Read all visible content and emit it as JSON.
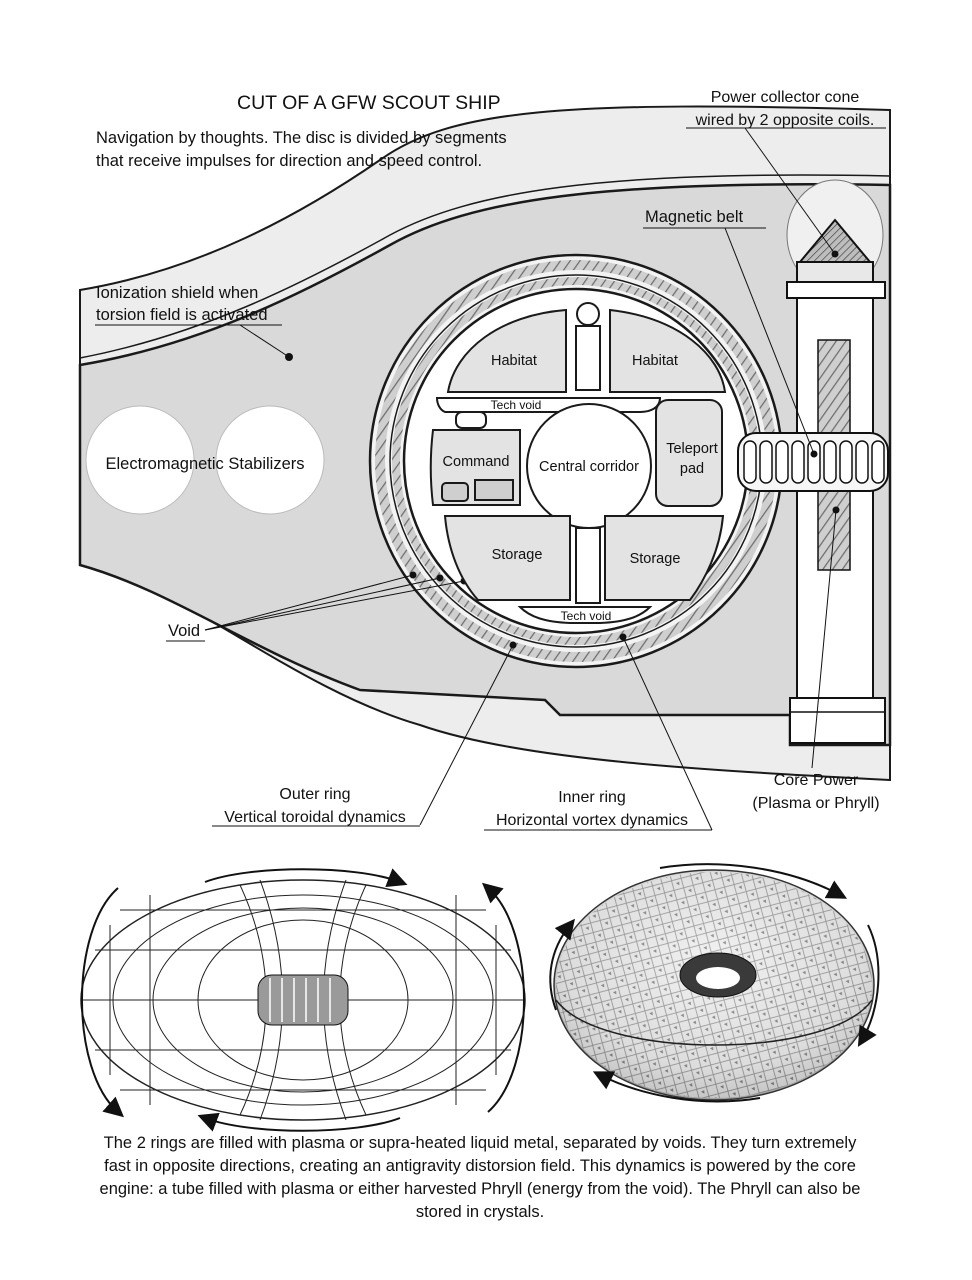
{
  "title": "CUT OF A GFW SCOUT SHIP",
  "subtitle_lines": [
    "Navigation by thoughts. The disc is divided by segments",
    "that receive impulses for direction and speed control."
  ],
  "labels": {
    "power_collector": [
      "Power collector cone",
      "wired by 2 opposite coils."
    ],
    "magnetic_belt": "Magnetic belt",
    "ionization_shield": [
      "Ionization shield when",
      "torsion field is activated"
    ],
    "electromagnetic_stabilizers": "Electromagnetic Stabilizers",
    "habitat_left": "Habitat",
    "habitat_right": "Habitat",
    "tech_void_top": "Tech void",
    "command": "Command",
    "central_corridor": "Central corridor",
    "teleport_pad": [
      "Teleport",
      "pad"
    ],
    "storage_left": "Storage",
    "storage_right": "Storage",
    "tech_void_bottom": "Tech void",
    "void": "Void",
    "core_power": [
      "Core Power",
      "(Plasma or Phryll)"
    ],
    "outer_ring": [
      "Outer ring",
      "Vertical toroidal dynamics"
    ],
    "inner_ring": [
      "Inner ring",
      "Horizontal vortex dynamics"
    ]
  },
  "caption": "The 2 rings are filled with plasma or supra-heated liquid metal, separated by voids. They turn extremely fast in opposite directions, creating an antigravity distorsion field.  This dynamics is powered by the core engine: a tube filled with plasma or either harvested Phryll (energy from the void). The Phryll can also be stored in crystals.",
  "colors": {
    "hull_fill": "#d9d9d9",
    "line": "#1a1a1a",
    "background": "#ffffff",
    "shadow": "#a8a8a8"
  }
}
